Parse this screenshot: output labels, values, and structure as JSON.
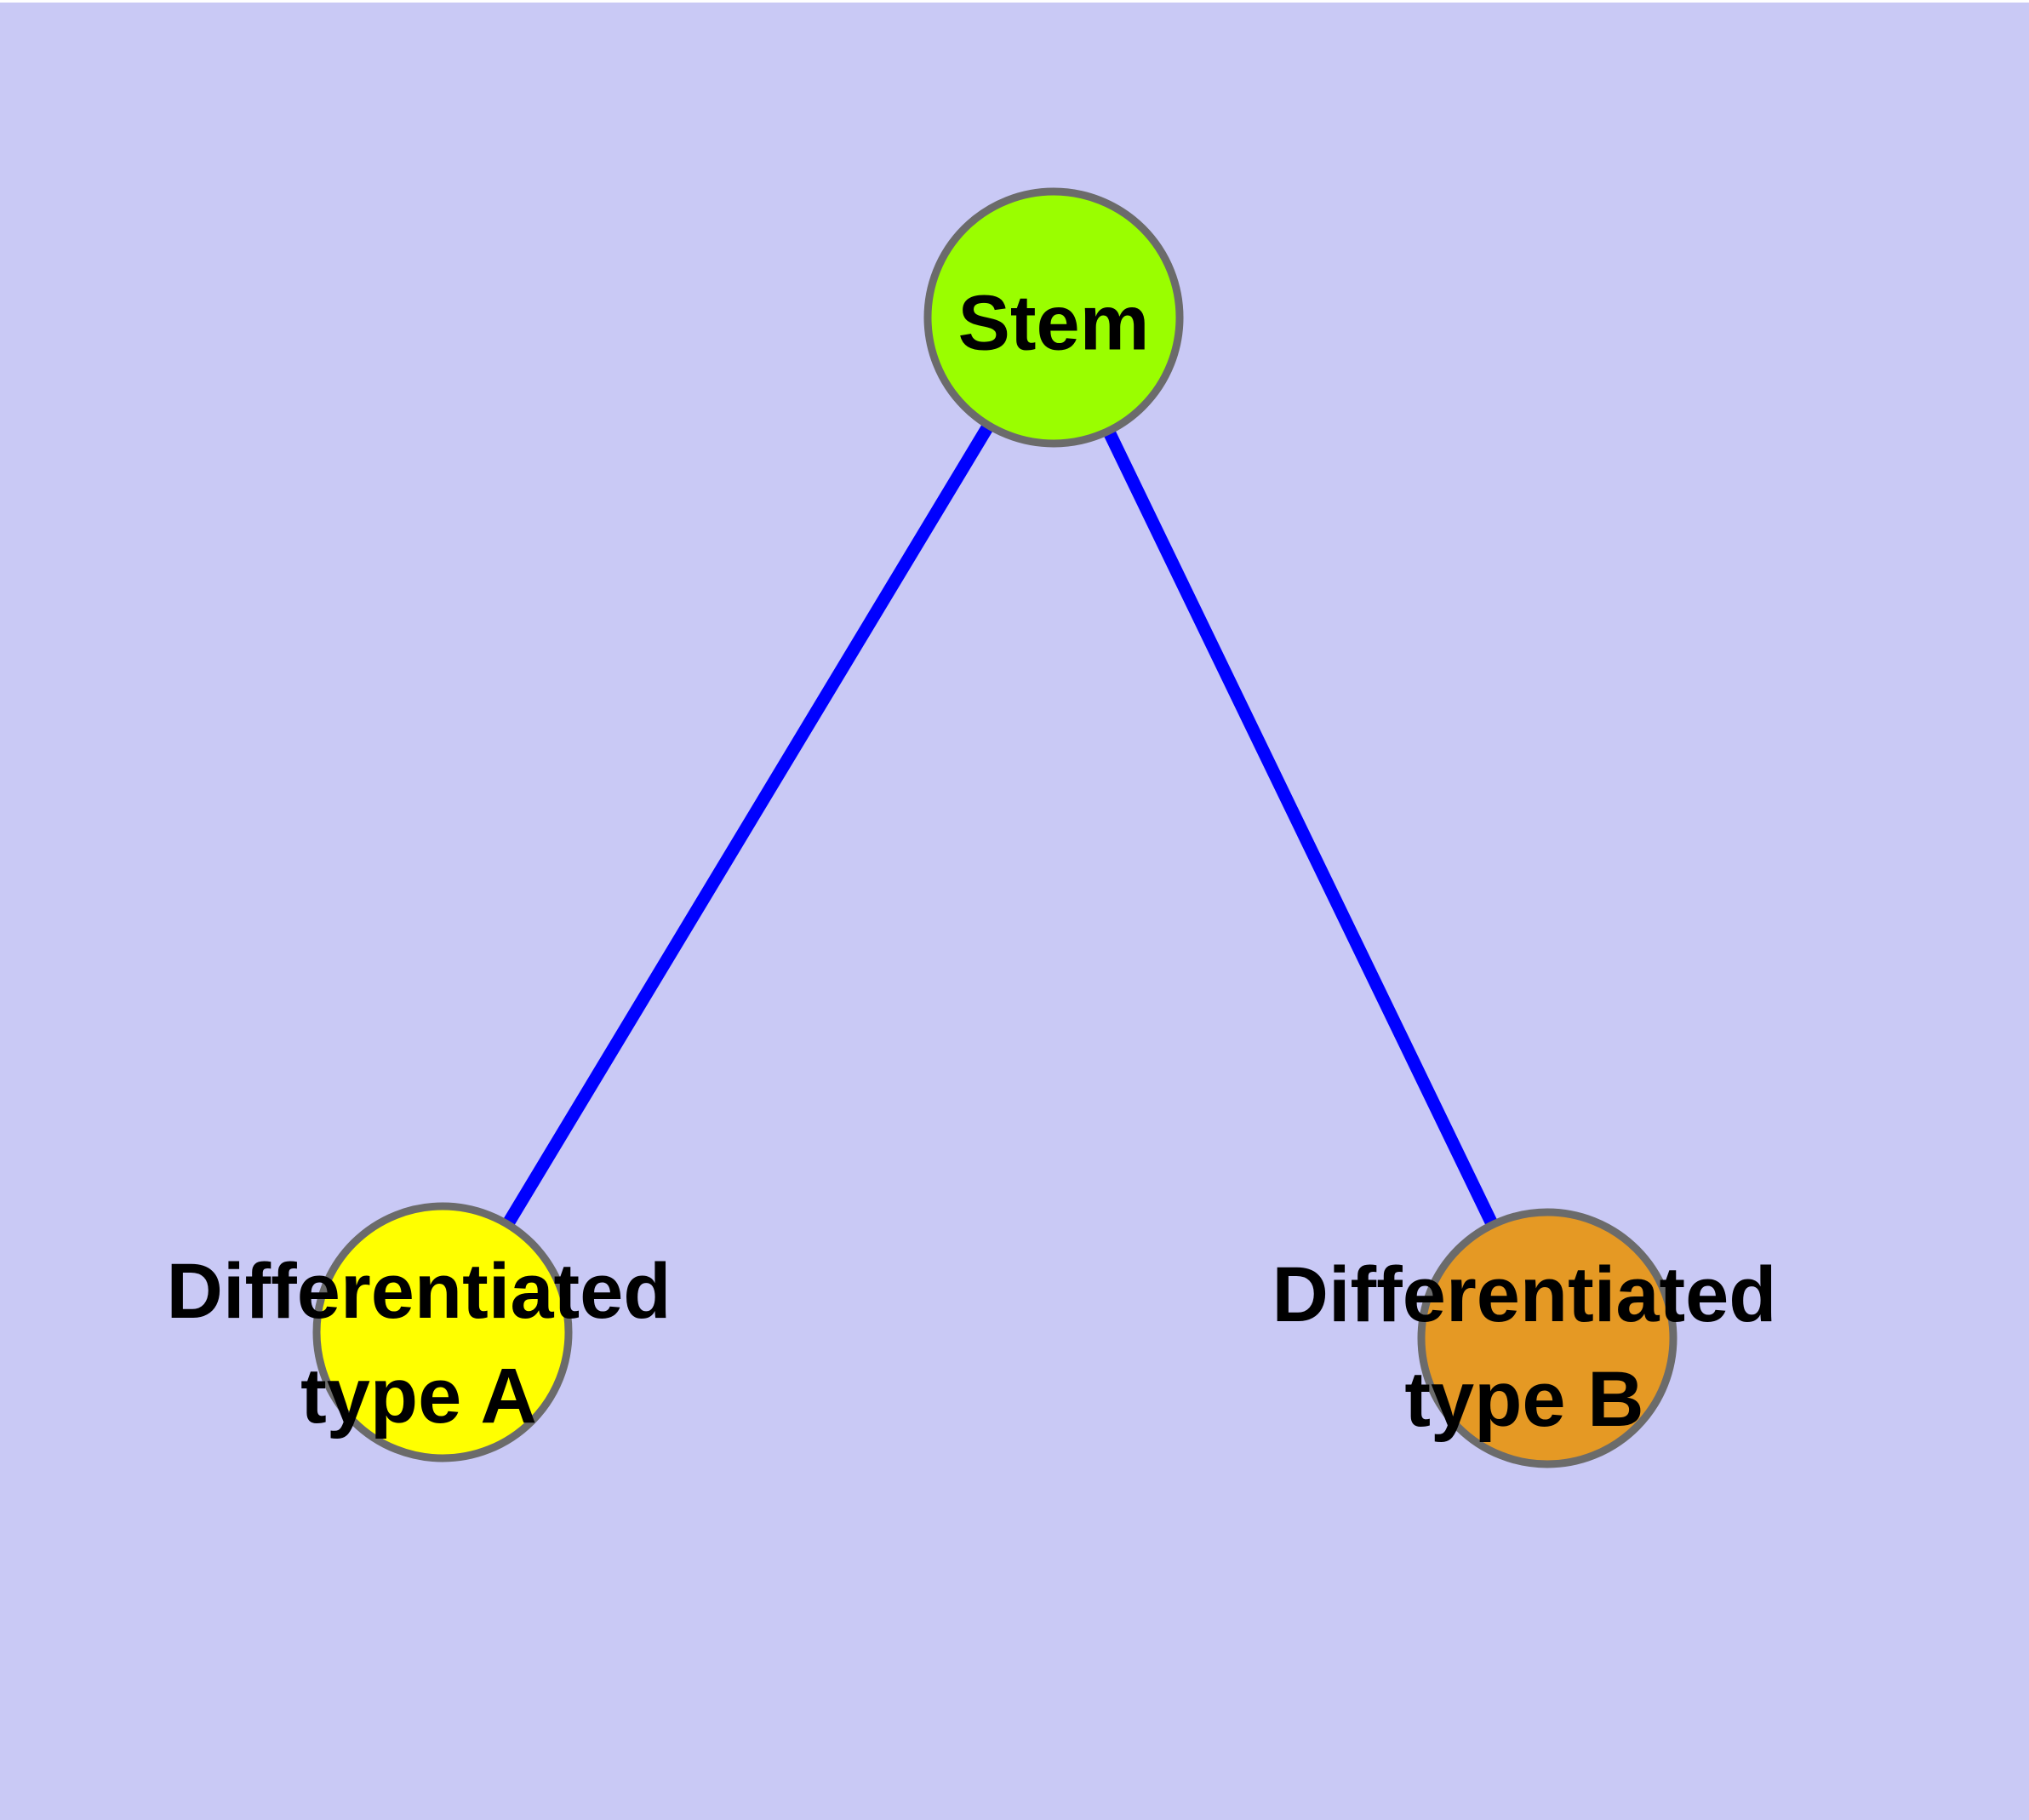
{
  "figure": {
    "type": "node-link-diagram",
    "background_color": "#c9c9f5",
    "edge_color": "#0000ff",
    "node_border_color": "#6b6b6b",
    "text_color": "#000000",
    "nodes": [
      {
        "id": "stem",
        "label": "Stem",
        "fill": "#9afe00"
      },
      {
        "id": "diff-a",
        "label_line1": "Differentiated",
        "label_line2": "type A",
        "fill": "#ffff00"
      },
      {
        "id": "diff-b",
        "label_line1": "Differentiated",
        "label_line2": "type B",
        "fill": "#e59924"
      }
    ],
    "edges": [
      {
        "from": "Stem",
        "to": "Differentiated type A"
      },
      {
        "from": "Stem",
        "to": "Differentiated type B"
      }
    ]
  }
}
